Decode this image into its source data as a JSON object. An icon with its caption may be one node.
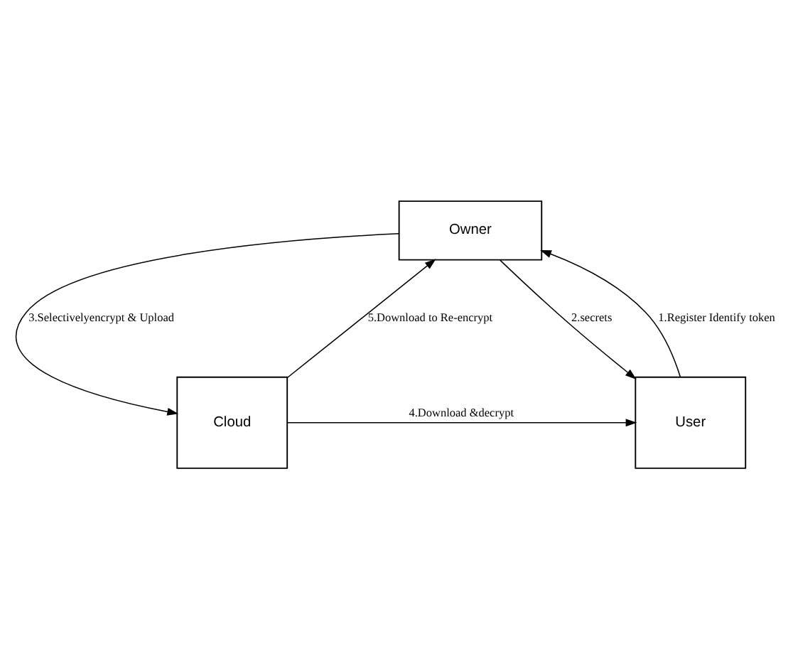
{
  "diagram": {
    "nodes": [
      {
        "text": [
          "Owner"
        ]
      },
      {
        "text": [
          "Cloud"
        ]
      },
      {
        "text": [
          "User"
        ]
      }
    ],
    "edges": [
      {
        "from": 0,
        "to": 1,
        "arrow": "to",
        "label": "3.Selectivelyencrypt & Upload"
      },
      {
        "from": 1,
        "to": 0,
        "arrow": "to",
        "label": "5.Download to Re-encrypt"
      },
      {
        "from": 2,
        "to": 0,
        "arrow": "to",
        "label": "1.Register Identify token"
      },
      {
        "from": 0,
        "to": 2,
        "arrow": "to",
        "label": "2.secrets"
      },
      {
        "from": 1,
        "to": 2,
        "arrow": "to",
        "label": "4.Download &decrypt"
      }
    ]
  }
}
